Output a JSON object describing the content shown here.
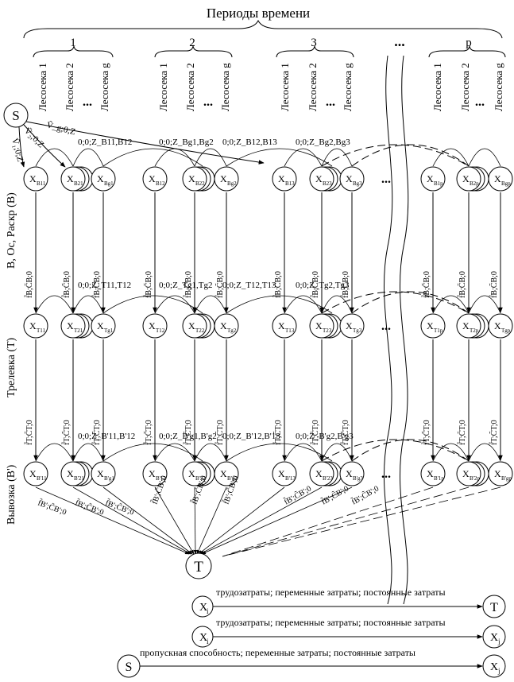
{
  "header": {
    "title": "Периоды времени",
    "periods": [
      "1",
      "2",
      "3",
      "...",
      "p"
    ]
  },
  "plots": {
    "labels": [
      "Лесосека 1",
      "Лесосека 2",
      "Лесосека g"
    ],
    "ellipsis": "..."
  },
  "source_node": "S",
  "sink_node": "T",
  "rows": [
    {
      "label": "В, Ос, Раскр (В)",
      "sub": "B"
    },
    {
      "label": "Трелевка (Т)",
      "sub": "T"
    },
    {
      "label": "Вывозка (В')",
      "sub": "B'"
    }
  ],
  "node_symbol": "X",
  "node_suffixes": [
    "11",
    "21",
    "g1",
    "12",
    "22",
    "g2",
    "13",
    "23",
    "g3",
    "1p",
    "2p",
    "gp"
  ],
  "source_edges": [
    "Ṽ₁;0;Z",
    "Ṽ₂;0;Z",
    "Ṽ_g;0;Z"
  ],
  "transition_labels": {
    "row1": [
      "0;0;Z_B11,B12",
      "0;0;Z_Bg1,Bg2",
      "0;0;Z_B12,B13",
      "0;0;Z_Bg2,Bg3"
    ],
    "row2": [
      "0;0;Z_T11,T12",
      "0;0;Z_Tg1,Tg2",
      "0;0;Z_T12,T13",
      "0;0;Z_Tg2,Tg3"
    ],
    "row3": [
      "0;0;Z_B'11,B'12",
      "0;0;Z_B'g1,B'g2",
      "0;0;Z_B'12,B'13",
      "0;0;Z_B'g2,B'g3"
    ]
  },
  "vertical_labels": {
    "stage1": "f̃B;C̃B;0",
    "stage2": "f̃T;C̃T;0",
    "stage3": "f̃B';C̃B';0"
  },
  "legend": [
    {
      "from": "X",
      "from_sub": "i",
      "text": "трудозатраты; переменные затраты; постоянные затраты",
      "to": "T",
      "to_sub": ""
    },
    {
      "from": "X",
      "from_sub": "i",
      "text": "трудозатраты; переменные затраты; постоянные затраты",
      "to": "X",
      "to_sub": "j"
    },
    {
      "from": "S",
      "from_sub": "",
      "text": "пропускная способность; переменные затраты; постоянные затраты",
      "to": "X",
      "to_sub": "j"
    }
  ]
}
